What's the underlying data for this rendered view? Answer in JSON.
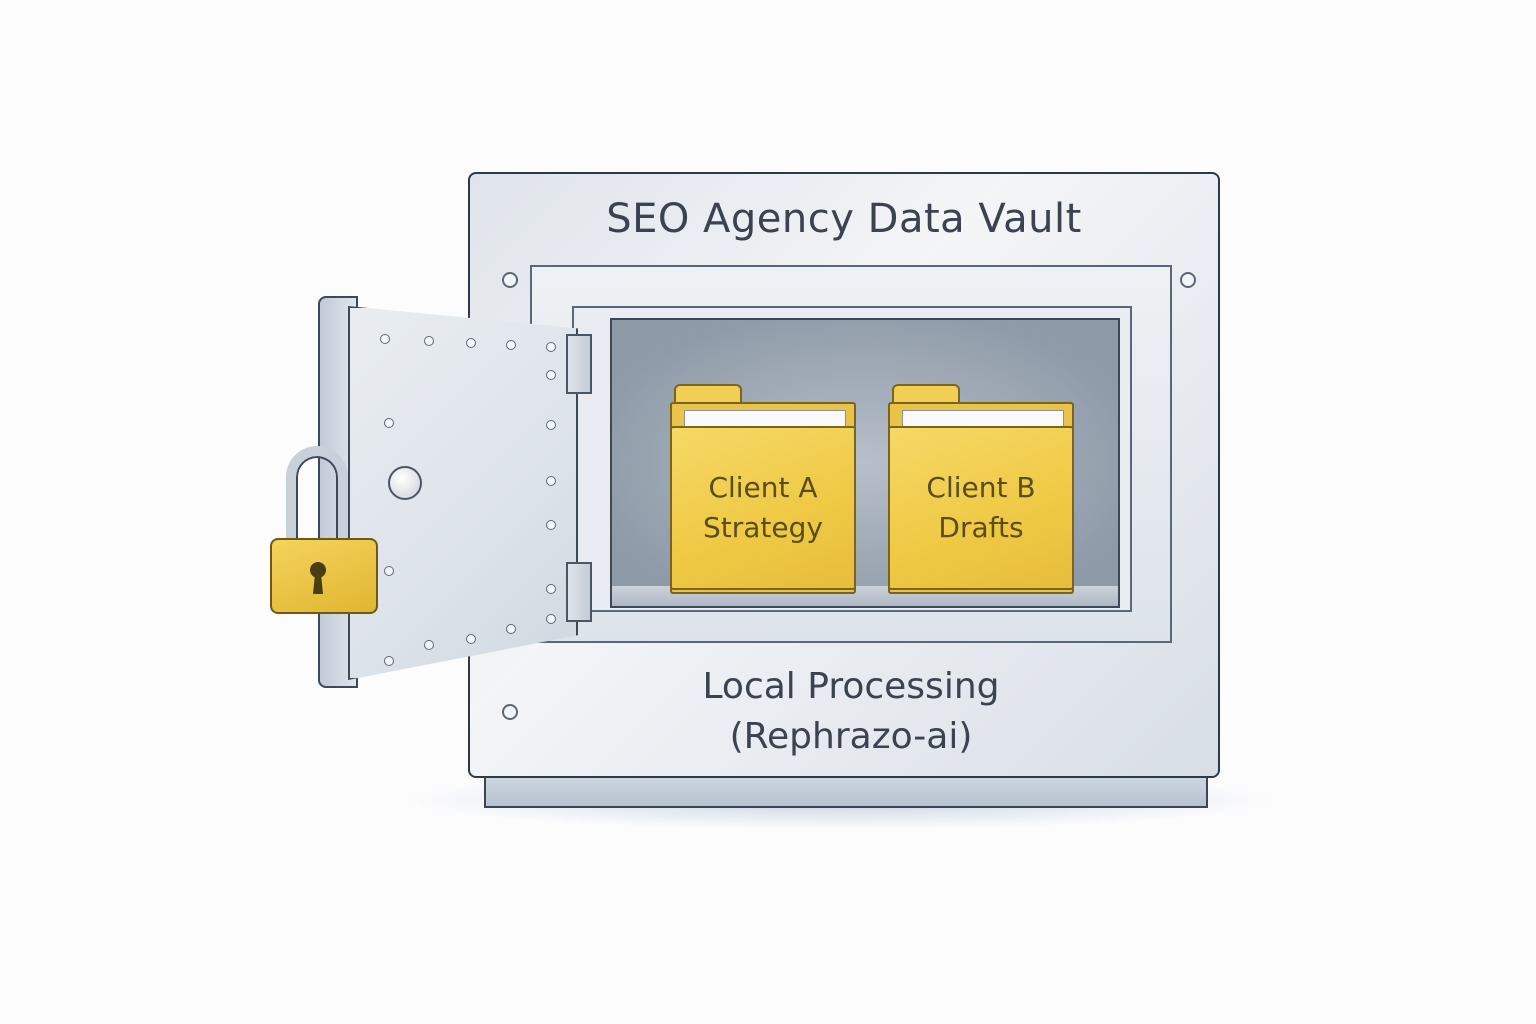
{
  "vault": {
    "title": "SEO Agency Data Vault",
    "footer_line1": "Local Processing",
    "footer_line2": "(Rephrazo-ai)",
    "state": "door-open"
  },
  "folders": [
    {
      "label_line1": "Client A",
      "label_line2": "Strategy",
      "color": "#efc944"
    },
    {
      "label_line1": "Client B",
      "label_line2": "Drafts",
      "color": "#efc944"
    }
  ],
  "icons": {
    "padlock": "padlock-icon",
    "keyhole": "keyhole-icon",
    "door_knob": "knob-icon"
  },
  "colors": {
    "steel": "#e3e8ee",
    "outline": "#2f3a48",
    "text": "#3b4350",
    "folder": "#efc944",
    "lock": "#e8c23e"
  }
}
